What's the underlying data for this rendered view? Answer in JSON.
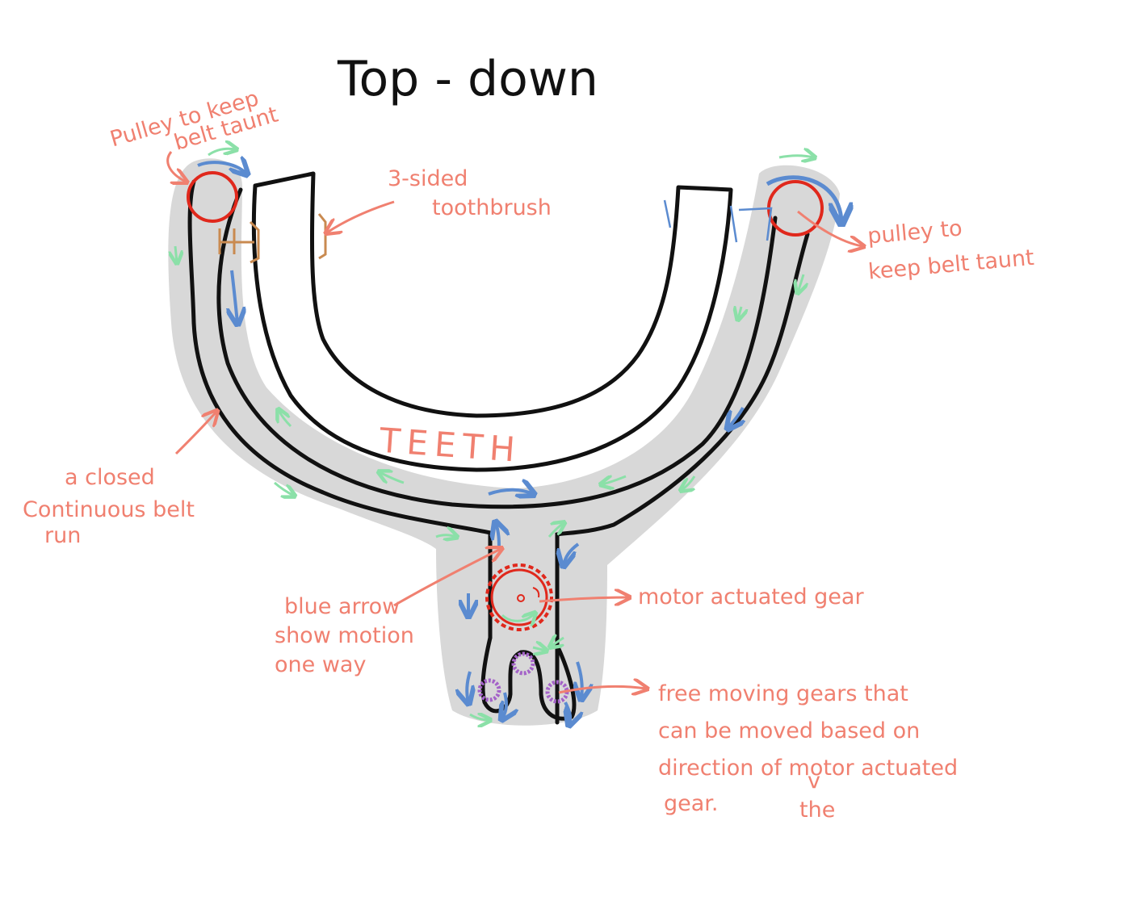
{
  "title": "Top - down",
  "colors": {
    "belt_shade": "#d8d8d8",
    "outline": "#111111",
    "annotation": "#f08070",
    "pulley": "#e0281c",
    "blue_arrow": "#5b8bd0",
    "green_arrow": "#8be0a8",
    "bracket": "#c98a50",
    "free_gear": "#a463c8"
  },
  "labels": {
    "pulley_left": [
      "Pulley to keep",
      "belt taunt"
    ],
    "toothbrush": [
      "3-sided",
      "toothbrush"
    ],
    "pulley_right": [
      "pulley to",
      "keep belt taunt"
    ],
    "teeth": "TEETH",
    "belt": [
      "a closed",
      "Continuous belt",
      "run"
    ],
    "blue_arrow": [
      "blue arrow",
      "show motion",
      "one way"
    ],
    "motor_gear": "motor actuated gear",
    "free_gears": [
      "free moving gears that",
      "can be moved based on",
      "direction of motor actuated",
      "gear."
    ],
    "the_insert": "the"
  },
  "icons": {
    "left_pulley": "pulley-icon",
    "right_pulley": "pulley-icon",
    "motor_gear": "gear-icon",
    "free_gear": "gear-icon"
  }
}
